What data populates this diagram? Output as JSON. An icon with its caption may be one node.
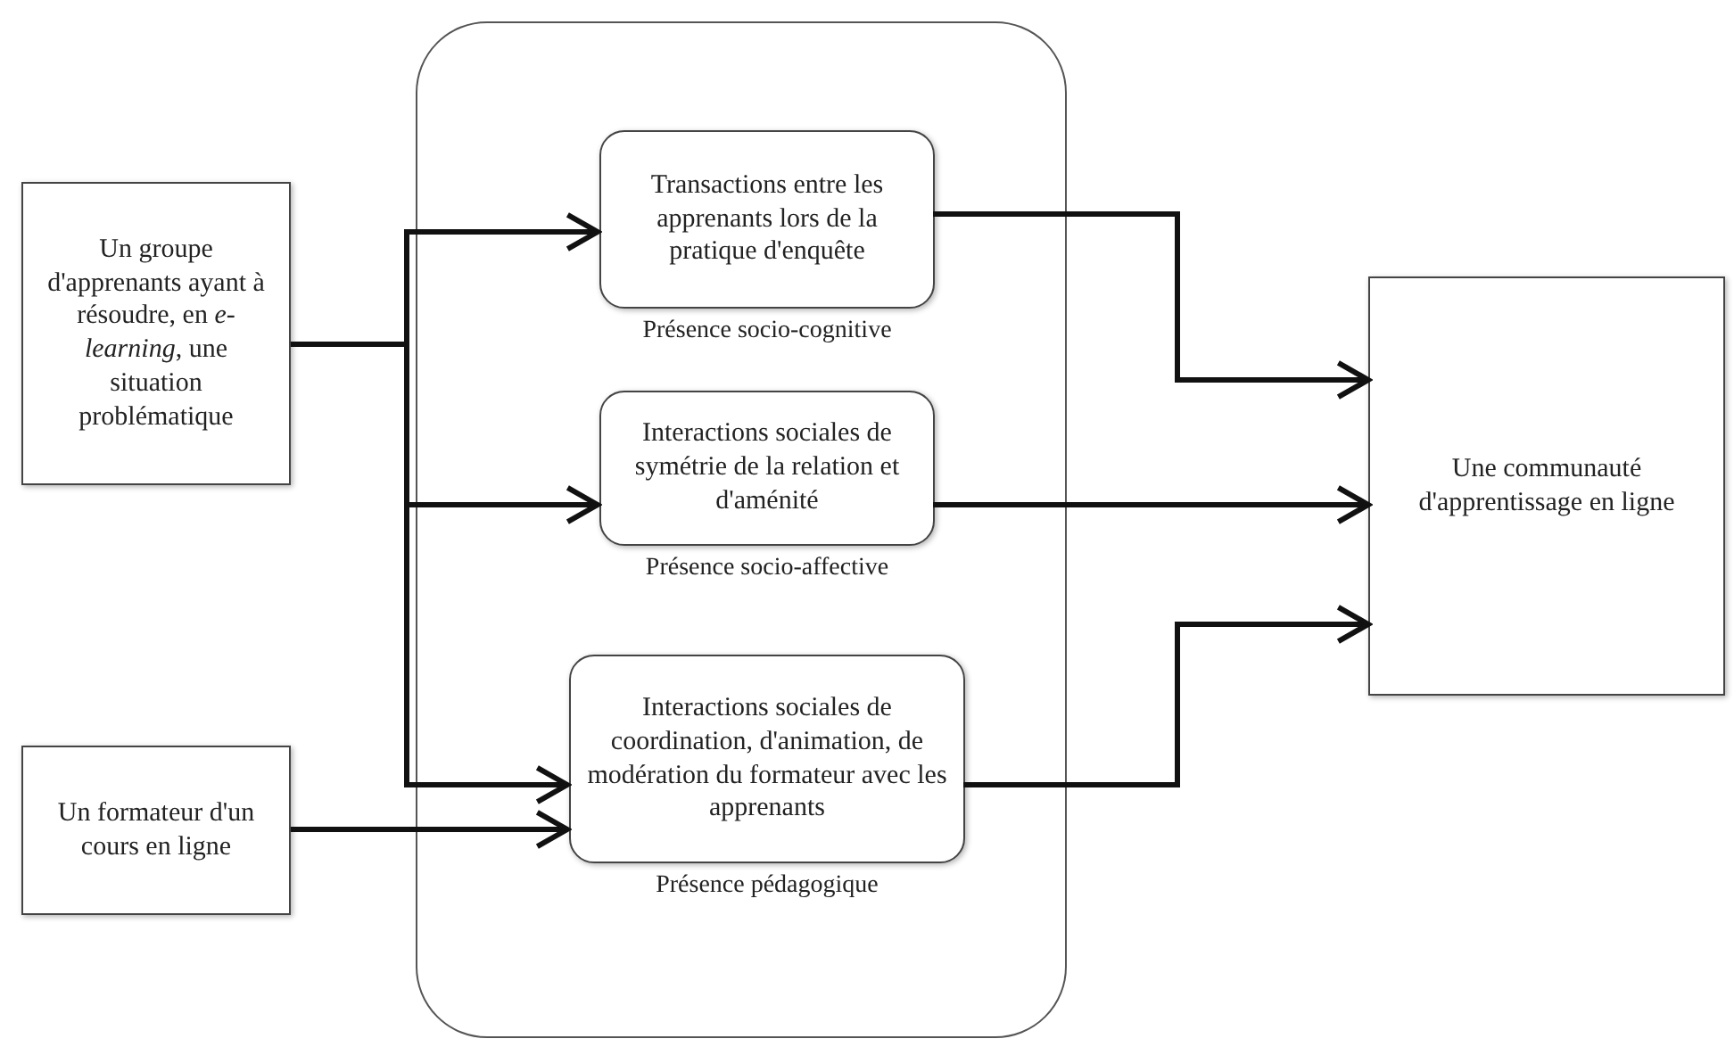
{
  "diagram": {
    "nodes": [
      {
        "text": [],
        "shape": "box"
      },
      {
        "text": [
          "Un groupe d'apprenants ayant à résoudre, en *e-learning*, une situation problématique"
        ]
      },
      {
        "text": [
          "Un formateur d'un cours en ligne"
        ]
      },
      {
        "text": [
          "Transactions entre les apprenants lors de la pratique d'enquête"
        ],
        "in": 0,
        "beside": [
          "Présence socio-cognitive"
        ]
      },
      {
        "text": [
          "Interactions sociales de symétrie de la relation et d'aménité"
        ],
        "in": 0,
        "beside": [
          "Présence socio-affective"
        ]
      },
      {
        "text": [
          "Interactions sociales de coordination, d'animation, de modération du formateur avec les apprenants"
        ],
        "in": 0,
        "beside": [
          "Présence pédagogique"
        ]
      },
      {
        "text": [
          "Une communauté d'apprentissage en ligne"
        ]
      }
    ],
    "edges": [
      {
        "from": 1,
        "to": 3,
        "arrow": "to"
      },
      {
        "from": 1,
        "to": 4,
        "arrow": "to"
      },
      {
        "from": 1,
        "to": 5,
        "arrow": "to"
      },
      {
        "from": 2,
        "to": 5,
        "arrow": "to"
      },
      {
        "from": 3,
        "to": 6,
        "arrow": "to"
      },
      {
        "from": 4,
        "to": 6,
        "arrow": "to"
      },
      {
        "from": 5,
        "to": 6,
        "arrow": "to"
      }
    ]
  }
}
